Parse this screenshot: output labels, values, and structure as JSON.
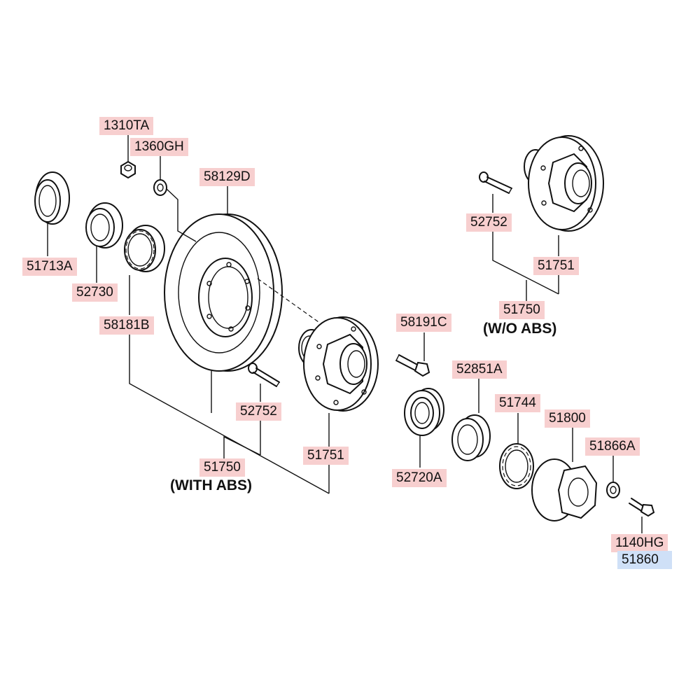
{
  "colors": {
    "label_bg": "#f7cfcf",
    "label_highlight_bg": "#cfe0f7",
    "ink": "#111111"
  },
  "labels": {
    "p1310TA": "1310TA",
    "p1360GH": "1360GH",
    "p58129D": "58129D",
    "p51713A": "51713A",
    "p52730": "52730",
    "p58181B": "58181B",
    "p52752_left": "52752",
    "p51750_left": "51750",
    "p51751_left": "51751",
    "p58191C": "58191C",
    "p52851A": "52851A",
    "p52720A": "52720A",
    "p51744": "51744",
    "p51800": "51800",
    "p51866A": "51866A",
    "p1140HG": "1140HG",
    "p51860": "51860",
    "p52752_right": "52752",
    "p51751_right": "51751",
    "p51750_right": "51750"
  },
  "captions": {
    "with_abs": "(WITH ABS)",
    "wo_abs": "(W/O ABS)"
  }
}
